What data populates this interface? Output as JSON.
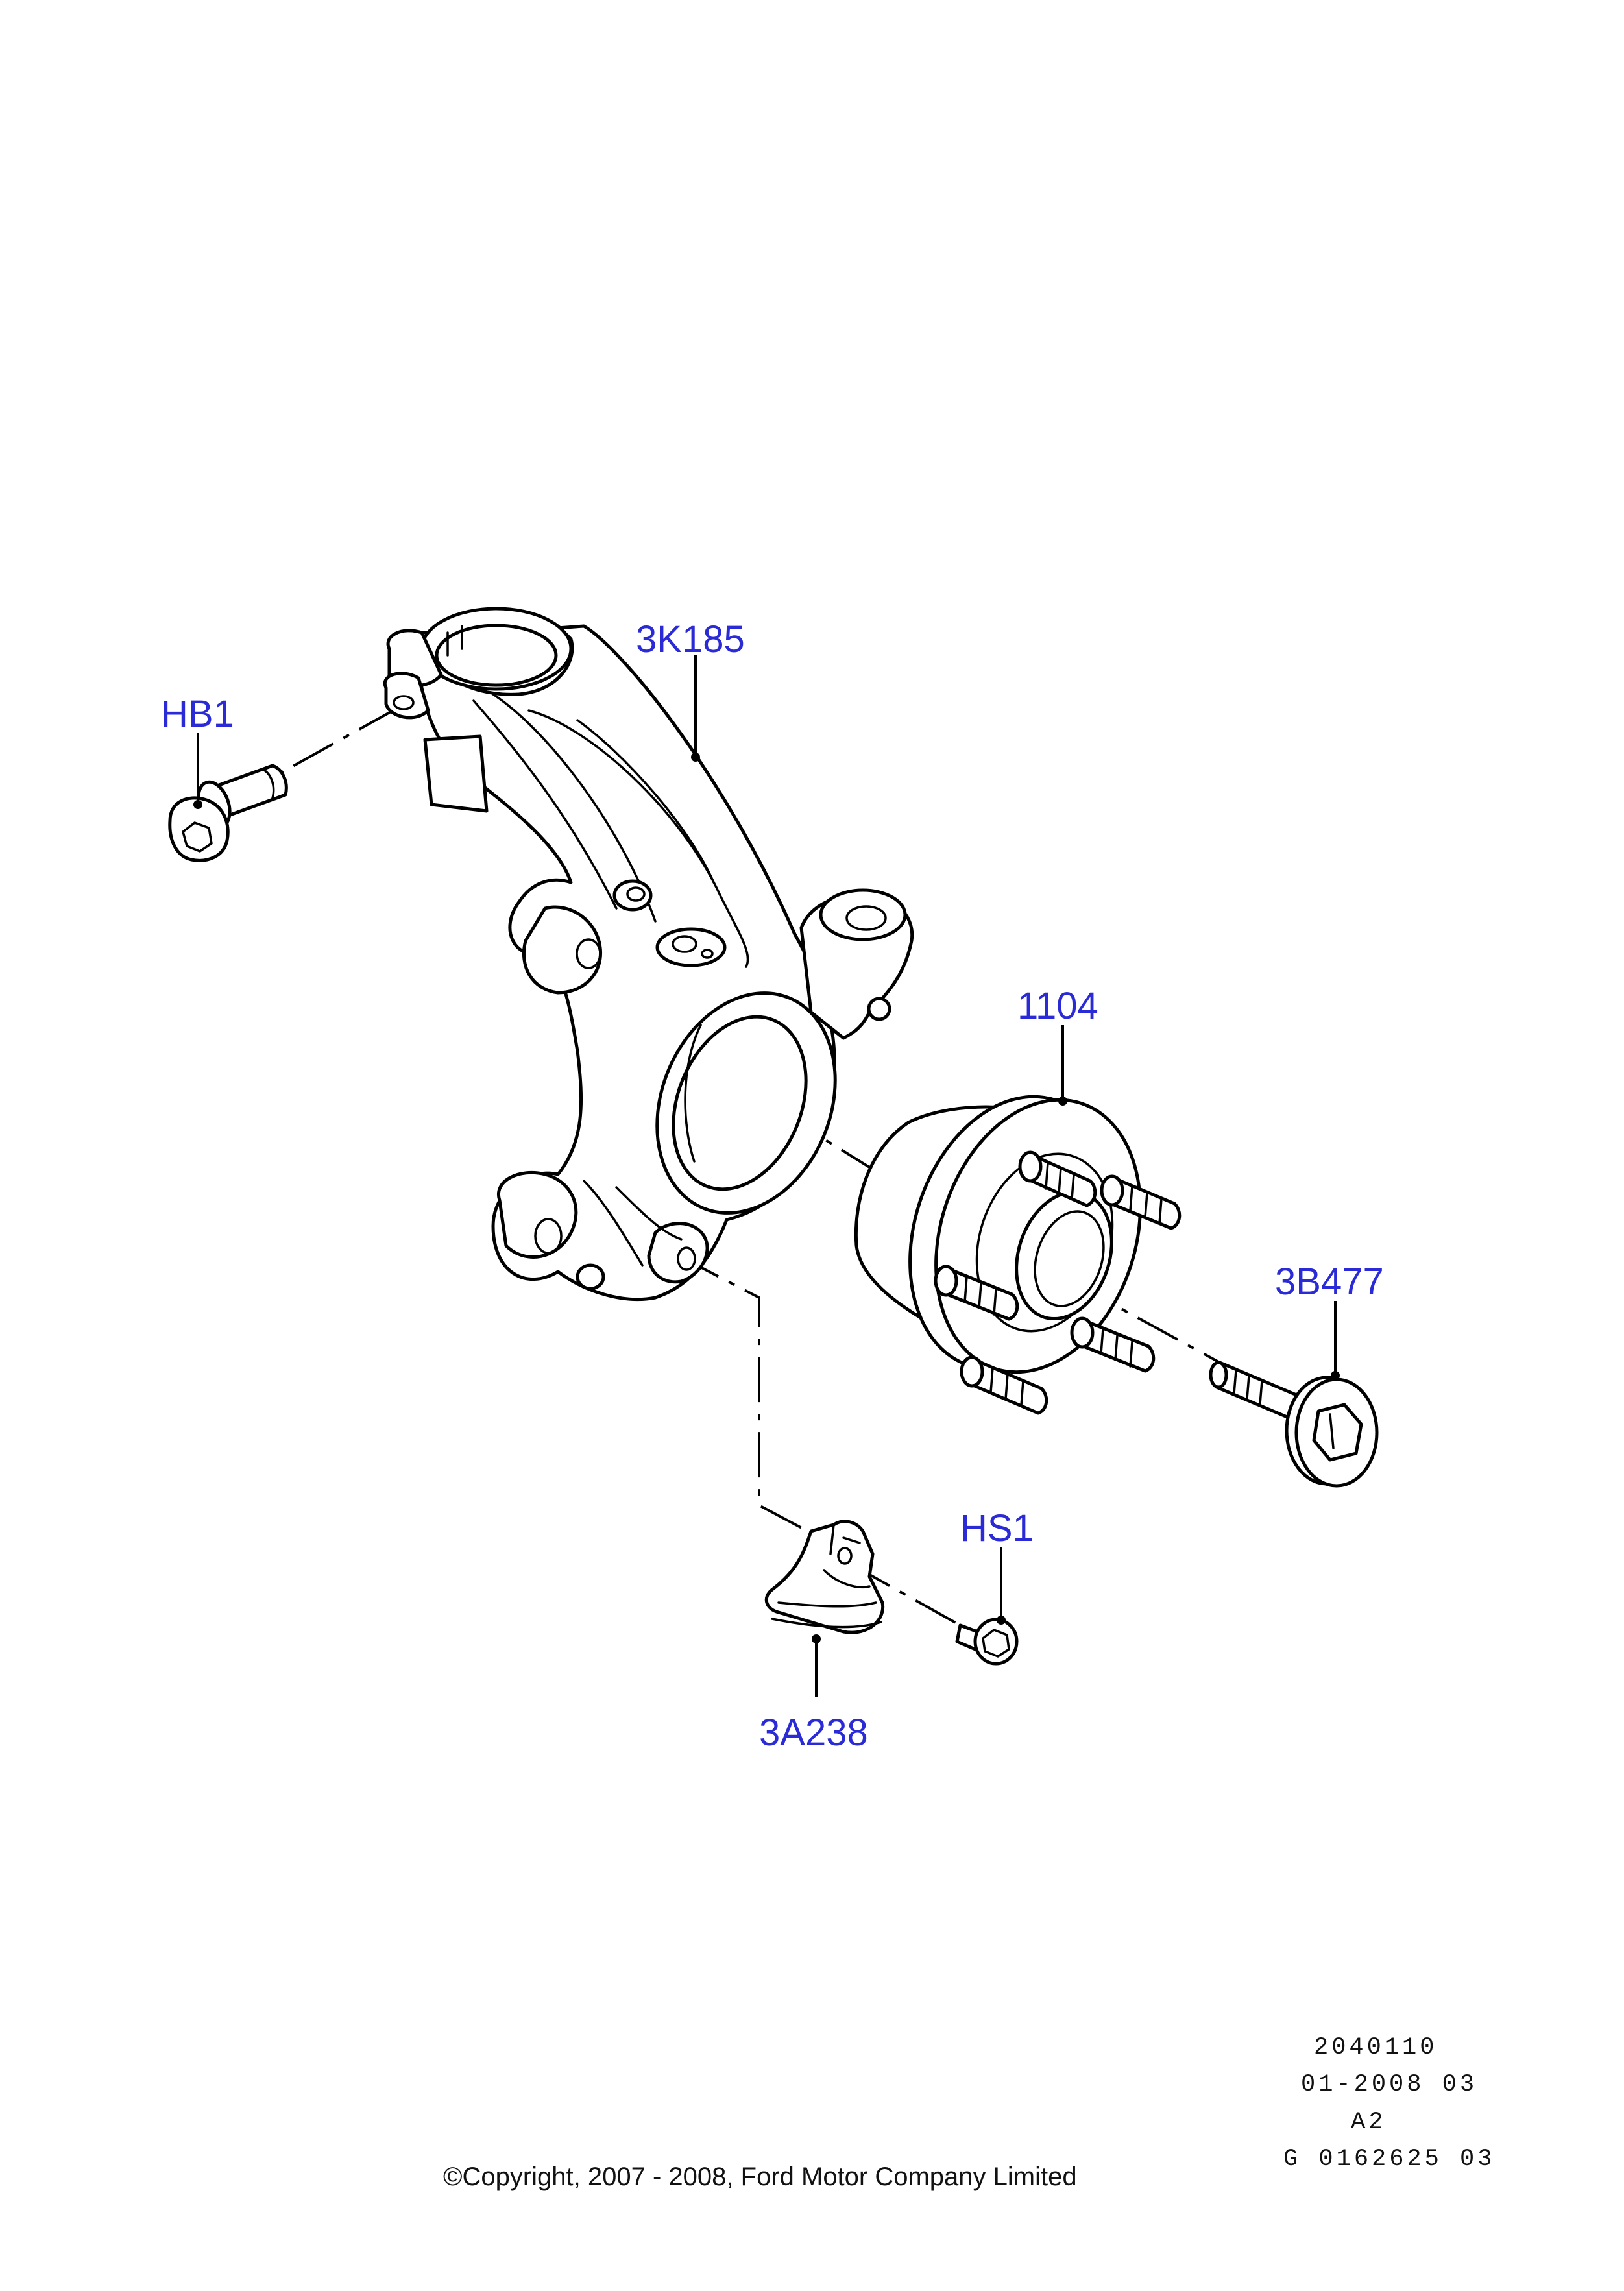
{
  "callouts": {
    "hb1": "HB1",
    "k3185": "3K185",
    "p1104": "1104",
    "b3477": "3B477",
    "hs1": "HS1",
    "a3238": "3A238"
  },
  "meta": {
    "line1": "2040110",
    "line2": "01-2008 03",
    "line3": "A2",
    "line4": "G 0162625 03"
  },
  "copyright": "©Copyright, 2007 - 2008, Ford Motor Company Limited"
}
